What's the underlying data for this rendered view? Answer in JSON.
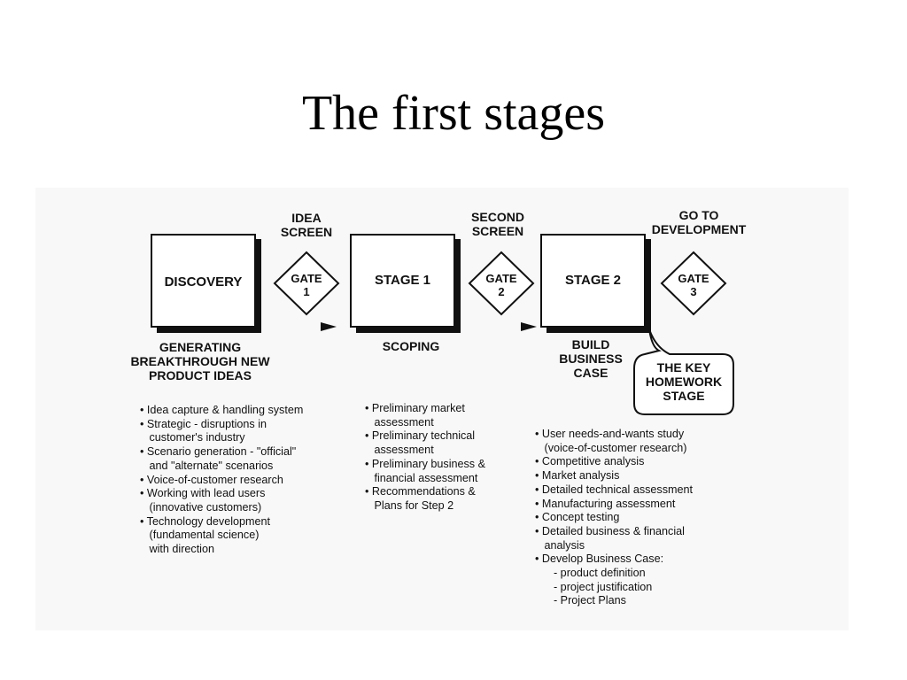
{
  "title": "The first stages",
  "boxes": {
    "discovery": "DISCOVERY",
    "stage1": "STAGE 1",
    "stage2": "STAGE 2"
  },
  "gates": {
    "gate1": {
      "line1": "GATE",
      "line2": "1",
      "label_line1": "IDEA",
      "label_line2": "SCREEN"
    },
    "gate2": {
      "line1": "GATE",
      "line2": "2",
      "label_line1": "SECOND",
      "label_line2": "SCREEN"
    },
    "gate3": {
      "line1": "GATE",
      "line2": "3",
      "label_line1": "GO TO",
      "label_line2": "DEVELOPMENT"
    }
  },
  "captions": {
    "discovery": [
      "GENERATING",
      "BREAKTHROUGH NEW",
      "PRODUCT IDEAS"
    ],
    "stage1": "SCOPING",
    "stage2": [
      "BUILD",
      "BUSINESS",
      "CASE"
    ],
    "callout": [
      "THE KEY",
      "HOMEWORK",
      "STAGE"
    ]
  },
  "lists": {
    "discovery": [
      "• Idea capture & handling system",
      "• Strategic - disruptions in",
      "   customer's industry",
      "• Scenario generation - \"official\"",
      "   and \"alternate\" scenarios",
      "• Voice-of-customer research",
      "• Working with lead users",
      "   (innovative customers)",
      "• Technology development",
      "   (fundamental science)",
      "   with direction"
    ],
    "stage1": [
      "• Preliminary market",
      "   assessment",
      "• Preliminary technical",
      "   assessment",
      "• Preliminary business &",
      "   financial assessment",
      "• Recommendations &",
      "   Plans for Step 2"
    ],
    "stage2": [
      "• User needs-and-wants study",
      "   (voice-of-customer research)",
      "• Competitive analysis",
      "• Market analysis",
      "• Detailed technical assessment",
      "• Manufacturing assessment",
      "• Concept testing",
      "• Detailed business & financial",
      "   analysis",
      "• Develop Business Case:",
      "      - product definition",
      "      - project justification",
      "      - Project Plans"
    ]
  }
}
